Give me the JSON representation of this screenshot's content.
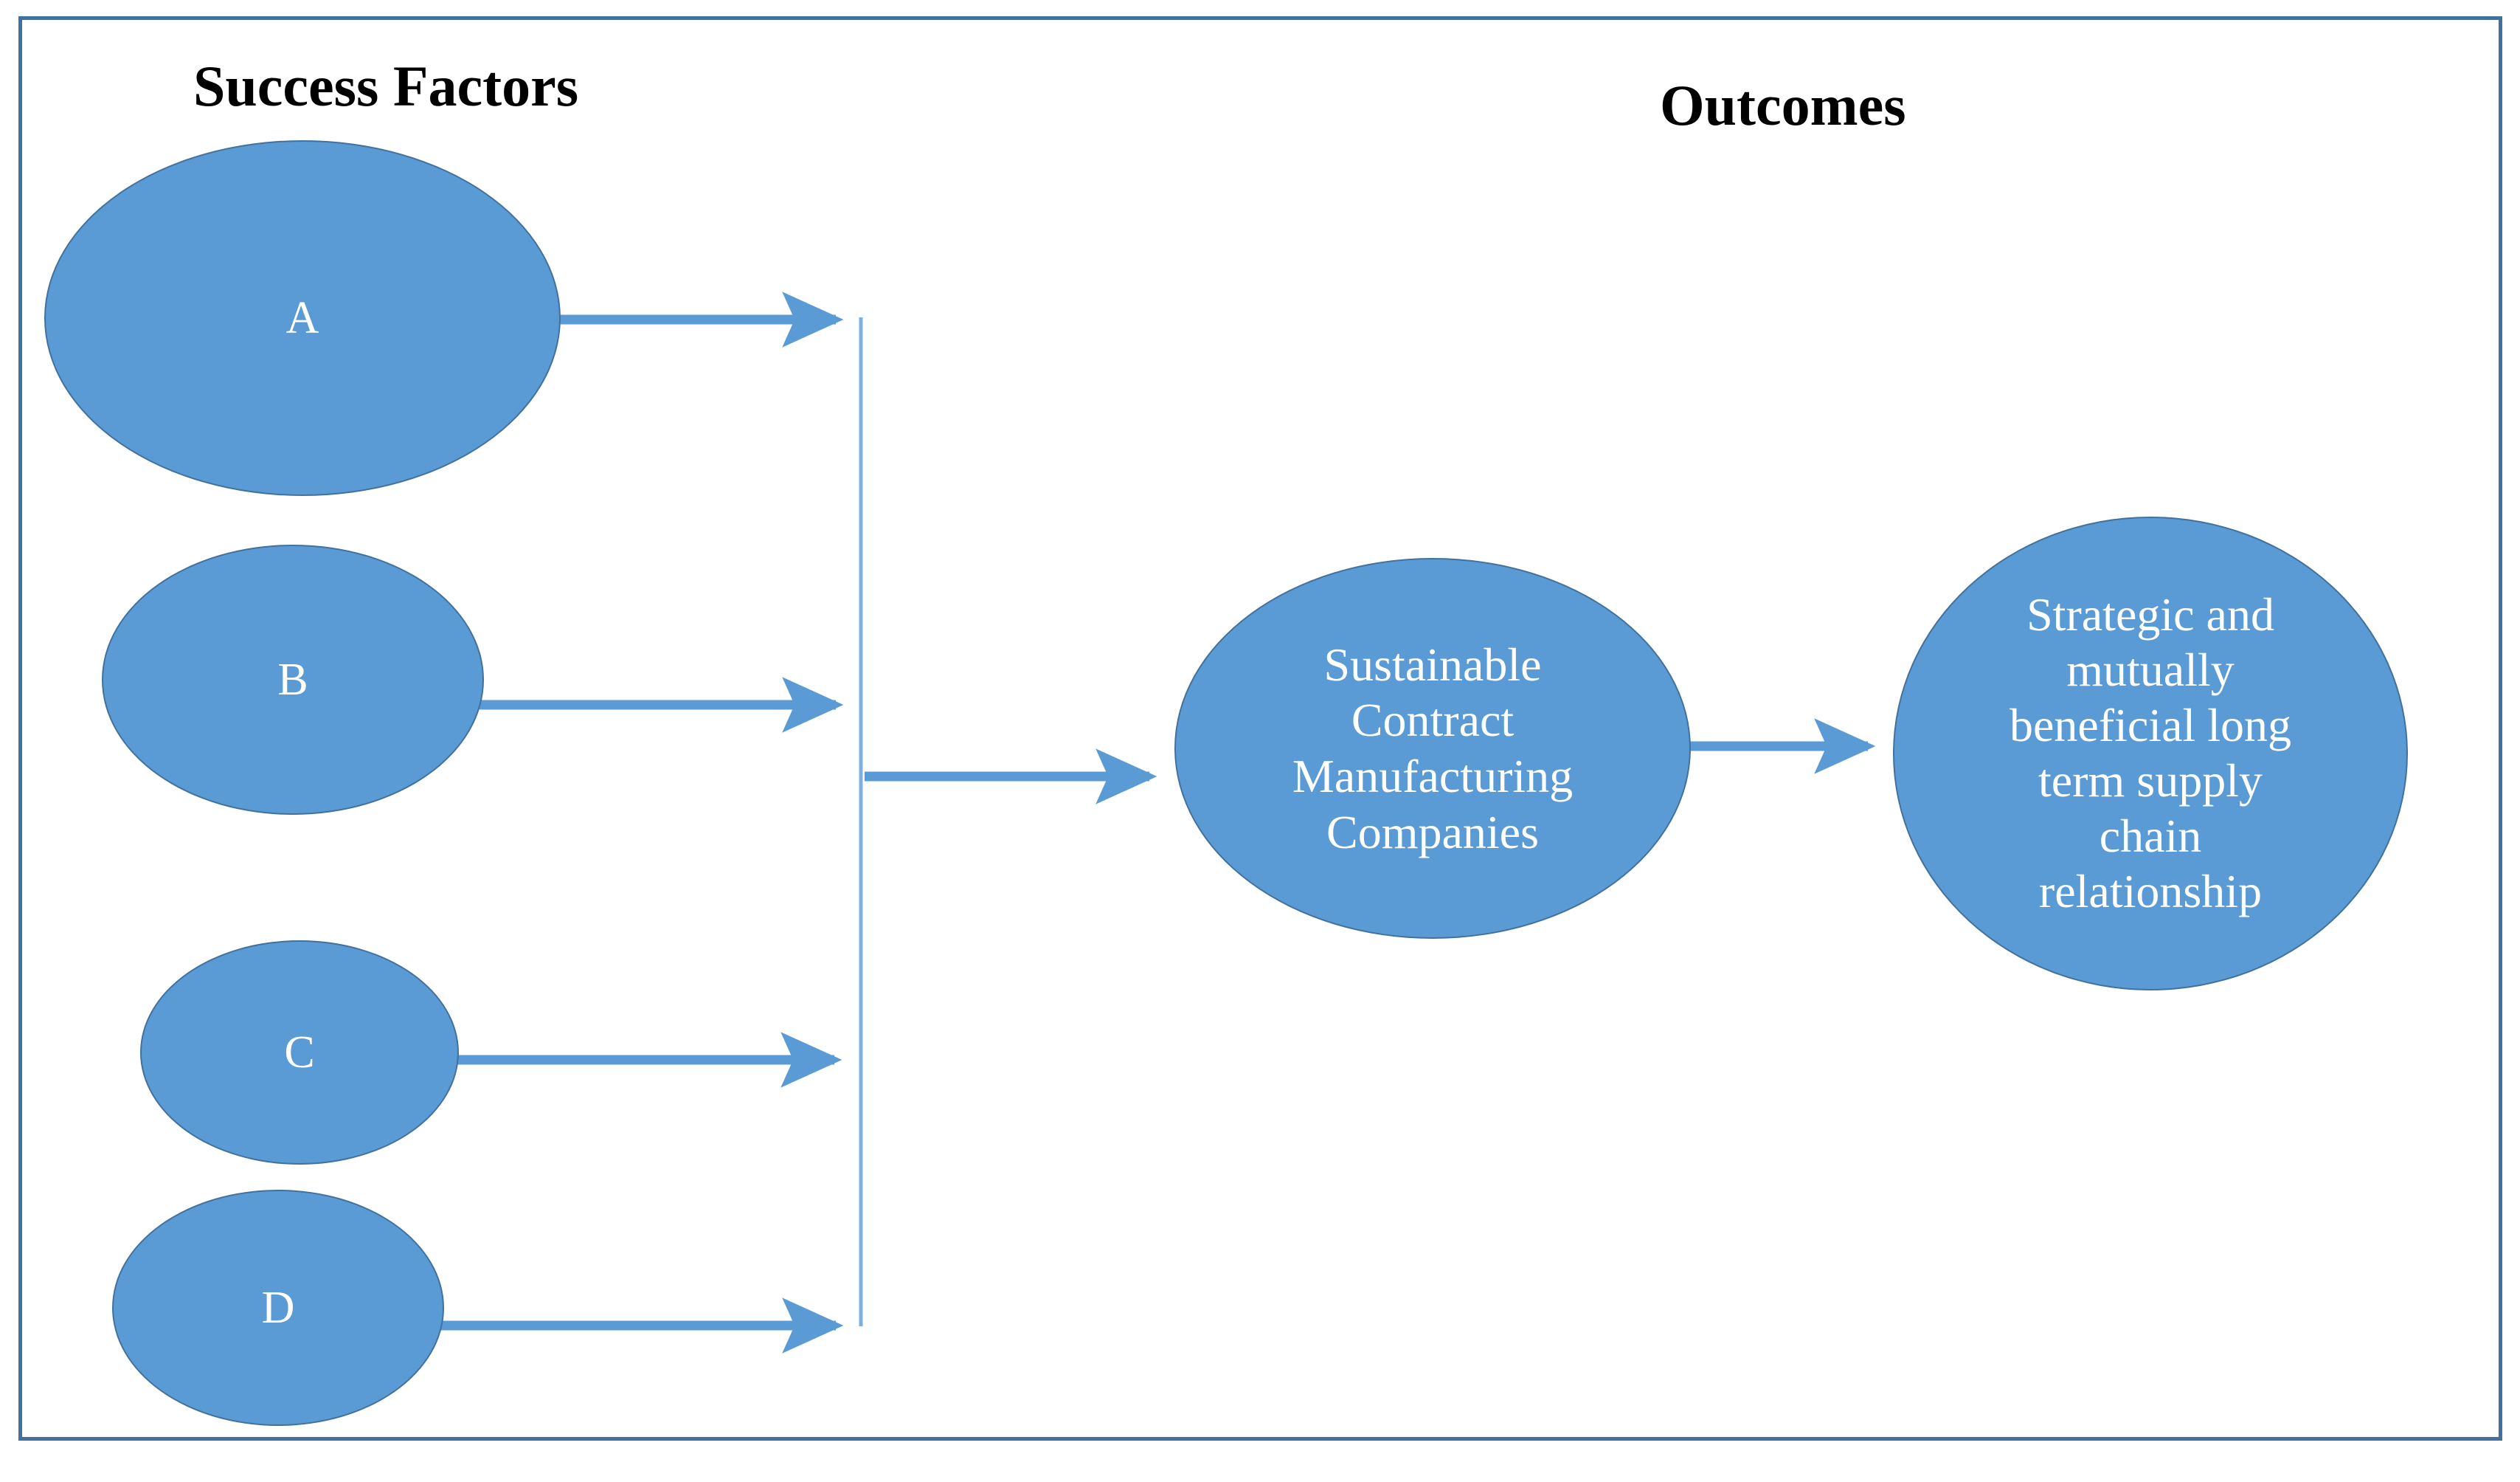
{
  "diagram": {
    "title_left": "Success Factors",
    "title_right": "Outcomes",
    "accent_color": "#5B9BD5",
    "outline_color": "#41719C",
    "frame_color": "#41719C",
    "label_color": "#FFFFFF",
    "heading_color": "#000000",
    "background": "#FFFFFF"
  },
  "success_factors": [
    {
      "id": "A",
      "label": "A"
    },
    {
      "id": "B",
      "label": "B"
    },
    {
      "id": "C",
      "label": "C"
    },
    {
      "id": "D",
      "label": "D"
    }
  ],
  "center_node": {
    "label": "Sustainable Contract Manufacturing Companies",
    "lines": [
      "Sustainable",
      "Contract",
      "Manufacturing",
      "Companies"
    ]
  },
  "outcome_node": {
    "label": "Strategic and mutually beneficial long term supply chain relationship",
    "lines": [
      "Strategic and",
      "mutually",
      "beneficial long",
      "term supply",
      "chain",
      "relationship"
    ]
  },
  "connectors": [
    {
      "from": "A",
      "to": "bus",
      "kind": "arrow"
    },
    {
      "from": "B",
      "to": "bus",
      "kind": "arrow"
    },
    {
      "from": "C",
      "to": "bus",
      "kind": "arrow"
    },
    {
      "from": "D",
      "to": "bus",
      "kind": "arrow"
    },
    {
      "from": "bus",
      "to": "center_node",
      "kind": "arrow"
    },
    {
      "from": "center_node",
      "to": "outcome_node",
      "kind": "arrow"
    }
  ]
}
